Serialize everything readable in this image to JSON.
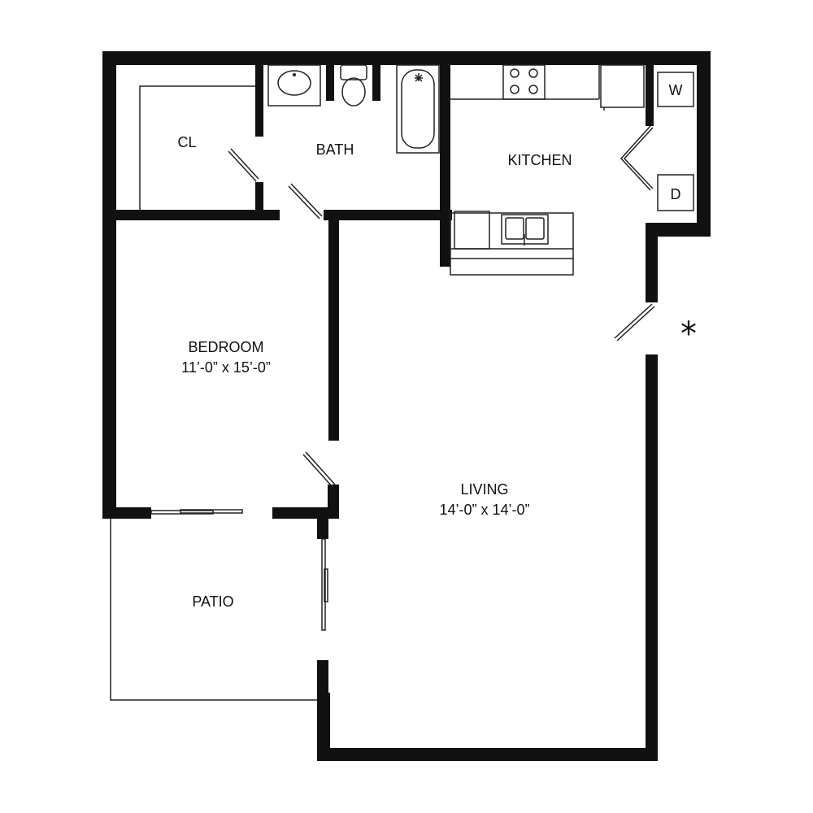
{
  "rooms": {
    "closet": {
      "name": "CL"
    },
    "bath": {
      "name": "BATH"
    },
    "kitchen": {
      "name": "KITCHEN"
    },
    "bedroom": {
      "name": "BEDROOM",
      "size": "11’-0” x 15’-0”"
    },
    "living": {
      "name": "LIVING",
      "size": "14’-0” x 14’-0”"
    },
    "patio": {
      "name": "PATIO"
    }
  },
  "appliances": {
    "washer": "W",
    "dryer": "D"
  },
  "entry_marker": "*"
}
